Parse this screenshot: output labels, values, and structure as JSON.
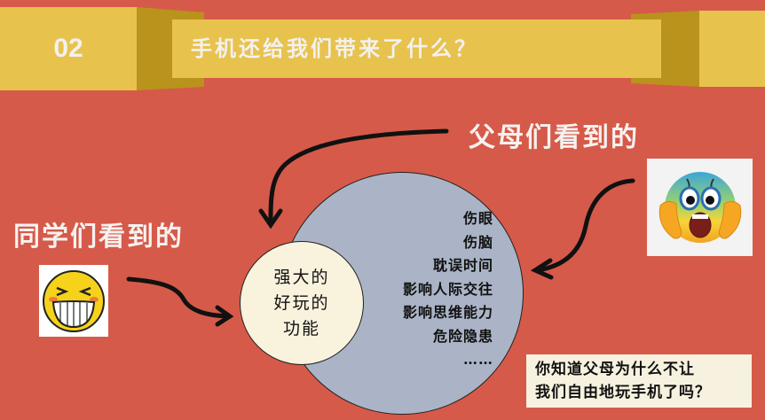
{
  "header": {
    "section_number": "02",
    "title": "手机还给我们带来了什么？"
  },
  "colors": {
    "background": "#D65A49",
    "banner_light": "#E7C24D",
    "banner_dark": "#B9931B",
    "outer_circle": "#AAB4C6",
    "inner_circle": "#F9F2DD",
    "question_box": "#F7F1DF",
    "label_text": "#F3F1F0"
  },
  "groups": {
    "parents": {
      "label": "父母们看到的",
      "emoji": "scared-face-emoji"
    },
    "students": {
      "label": "同学们看到的",
      "emoji": "grinning-face-emoji"
    }
  },
  "inner_circle": {
    "lines": [
      "强大的",
      "好玩的",
      "功能"
    ]
  },
  "outer_circle": {
    "items": [
      "伤眼",
      "伤脑",
      "耽误时间",
      "影响人际交往",
      "影响思维能力",
      "危险隐患",
      "……"
    ]
  },
  "question": {
    "lines": [
      "你知道父母为什么不让",
      "我们自由地玩手机了吗？"
    ]
  }
}
